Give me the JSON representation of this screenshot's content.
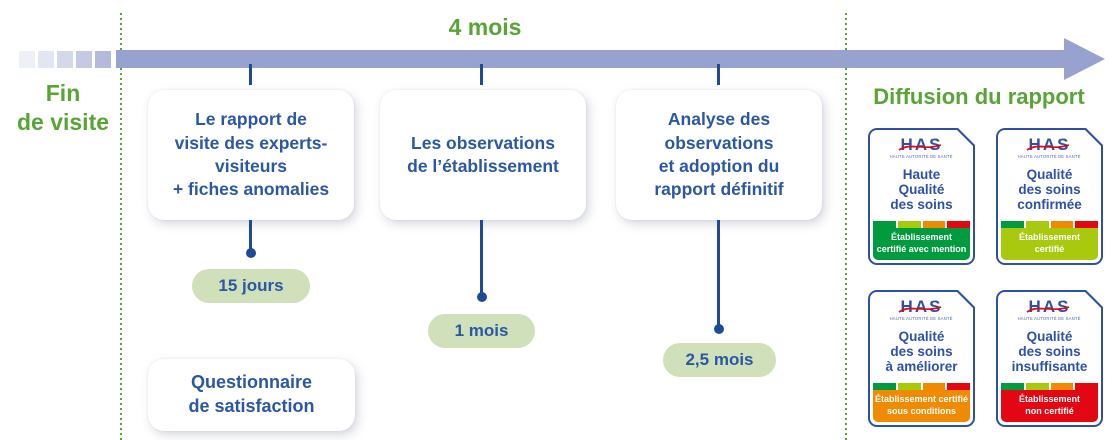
{
  "colors": {
    "green": "#58a536",
    "dark_blue": "#2b57a3",
    "line_blue": "#1e4b94",
    "arrow": "#98a2cf",
    "pill_bg": "#cfe0ba",
    "badge_blue": "#2f51a5",
    "quality_green": "#009b3e",
    "quality_lime": "#a9c90f",
    "quality_orange": "#f08a00",
    "quality_red": "#e30613"
  },
  "timeline": {
    "start_label": "Fin\nde visite",
    "duration_label": "4 mois",
    "end_label": "Diffusion du rapport",
    "steps": [
      {
        "title": "Le rapport de\nvisite des experts-\nvisiteurs\n+ fiches anomalies",
        "delay": "15 jours"
      },
      {
        "title": "Les observations\nde l’établissement",
        "delay": "1 mois"
      },
      {
        "title": "Analyse des\nobservations\net adoption du\nrapport définitif",
        "delay": "2,5 mois"
      }
    ],
    "satisfaction_card": "Questionnaire\nde satisfaction"
  },
  "badge_common": {
    "org": "HAS",
    "org_subtitle": "HAUTE AUTORITÉ DE SANTÉ"
  },
  "badges": [
    {
      "title": "Haute\nQualité\ndes soins",
      "footer": "Établissement\ncertifié avec mention",
      "color": "#009b3e"
    },
    {
      "title": "Qualité\ndes soins\nconfirmée",
      "footer": "Établissement\ncertifié",
      "color": "#a9c90f"
    },
    {
      "title": "Qualité\ndes soins\nà améliorer",
      "footer": "Établissement certifié\nsous conditions",
      "color": "#f08a00"
    },
    {
      "title": "Qualité\ndes soins\ninsuffisante",
      "footer": "Établissement\nnon certifié",
      "color": "#e30613"
    }
  ]
}
